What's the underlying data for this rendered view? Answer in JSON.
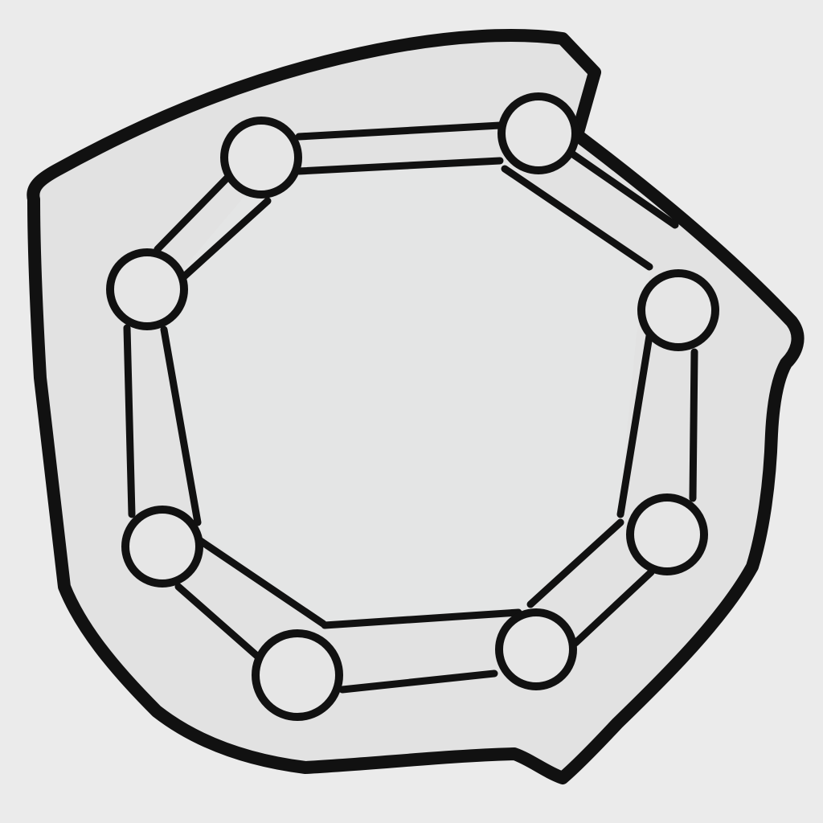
{
  "diagram": {
    "kind": "ring-of-nodes",
    "node_count": 8,
    "edge_count": 8,
    "colors": {
      "background": "#ebebeb",
      "outer_fill": "#e2e2e2",
      "inner_fill": "#e4e5e5",
      "stroke": "#111111",
      "node_fill": "#e6e6e6"
    }
  }
}
